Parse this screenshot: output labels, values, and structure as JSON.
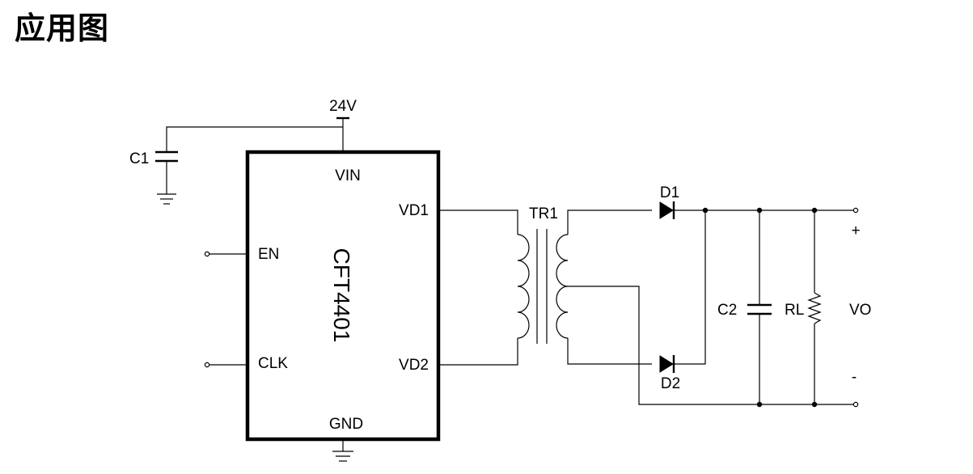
{
  "title": "应用图",
  "supply": "24V",
  "chip": {
    "name": "CFT4401",
    "pins": {
      "vin": "VIN",
      "vd1": "VD1",
      "vd2": "VD2",
      "en": "EN",
      "clk": "CLK",
      "gnd": "GND"
    }
  },
  "components": {
    "c1": "C1",
    "transformer": "TR1",
    "d1": "D1",
    "d2": "D2",
    "c2": "C2",
    "rl": "RL"
  },
  "output": {
    "label": "VO",
    "plus": "+",
    "minus": "-"
  }
}
